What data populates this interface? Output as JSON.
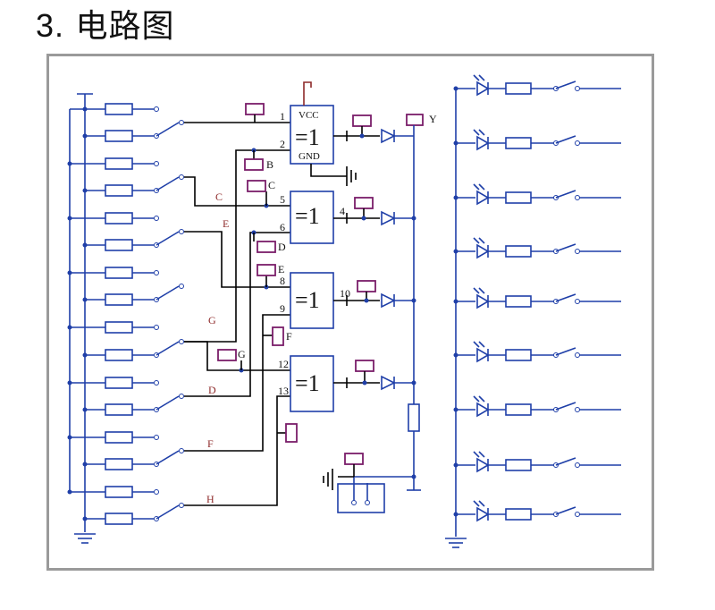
{
  "heading": {
    "number": "3.",
    "title": "电路图"
  },
  "gates": [
    {
      "symbol": "=1",
      "in1": "1",
      "in2": "2",
      "out": ""
    },
    {
      "symbol": "=1",
      "in1": "5",
      "in2": "6",
      "out": "4"
    },
    {
      "symbol": "=1",
      "in1": "8",
      "in2": "9",
      "out": "10"
    },
    {
      "symbol": "=1",
      "in1": "12",
      "in2": "13",
      "out": ""
    }
  ],
  "power": {
    "vcc": "VCC",
    "gnd": "GND"
  },
  "output_label": "Y",
  "probe_labels": {
    "b": "B",
    "c": "C",
    "d": "D",
    "e": "E",
    "f": "F",
    "g": "G"
  },
  "wire_labels": {
    "c": "C",
    "e": "E",
    "g": "G",
    "d": "D",
    "f": "F",
    "h": "H"
  },
  "colors": {
    "wire": "#1f3fa8",
    "probe": "#7a1d6a",
    "label": "#8e2a2a",
    "frame": "#9a9a9a"
  }
}
